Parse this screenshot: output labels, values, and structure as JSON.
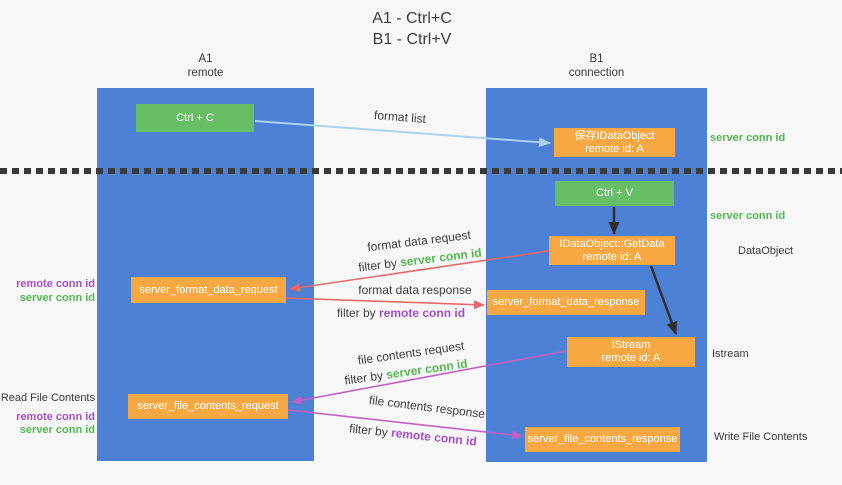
{
  "diagram": {
    "title_line1": "A1 - Ctrl+C",
    "title_line2": "B1 - Ctrl+V"
  },
  "lanes": {
    "left": {
      "name": "A1",
      "role": "remote"
    },
    "right": {
      "name": "B1",
      "role": "connection"
    }
  },
  "nodes": {
    "ctrl_c": {
      "label": "Ctrl + C"
    },
    "ctrl_v": {
      "label": "Ctrl + V"
    },
    "save_dataobject": {
      "line1": "保存IDataObject",
      "line2": "remote id: A"
    },
    "getdata": {
      "line1": "IDataObject::GetData",
      "line2": "remote id: A"
    },
    "istream": {
      "line1": "IStream",
      "line2": "remote id: A"
    },
    "format_request": {
      "label": "server_format_data_request"
    },
    "format_response": {
      "label": "server_format_data_response"
    },
    "file_request": {
      "label": "server_file_contents_request"
    },
    "file_response": {
      "label": "server_file_contents_response"
    }
  },
  "flows": {
    "format_list": {
      "label": "format list"
    },
    "format_data_request": {
      "label": "format data request",
      "filter_prefix": "filter by",
      "filter_key": "server conn id"
    },
    "format_data_response": {
      "label": "format data response",
      "filter_prefix": "filter by",
      "filter_key": "remote conn id"
    },
    "file_contents_request": {
      "label": "file contents request",
      "filter_prefix": "filter by",
      "filter_key": "server conn id"
    },
    "file_contents_response": {
      "label": "file contents response",
      "filter_prefix": "filter by",
      "filter_key": "remote conn id"
    }
  },
  "annotations": {
    "right_server_conn_top": "server conn id",
    "right_server_conn_mid": "server conn id",
    "right_dataobject": "DataObject",
    "right_istream": "Istream",
    "right_write_file": "Write File Contents",
    "left_remote_conn_mid": "remote conn id",
    "left_server_conn_mid": "server conn id",
    "left_read_file": "Read File Contents",
    "left_remote_conn_bottom": "remote conn id",
    "left_server_conn_bottom": "server conn id"
  },
  "colors": {
    "lane_blue": "#4c81d5",
    "action_green": "#68be66",
    "object_orange": "#f8a843",
    "server_conn_green": "#54b754",
    "remote_conn_purple": "#a44fcb",
    "request_red": "#e7676a",
    "file_magenta": "#c25fc5",
    "format_list_blue": "#a9d3f0",
    "arrow_black": "#2f2f2f",
    "background": "#f8f8f9"
  }
}
